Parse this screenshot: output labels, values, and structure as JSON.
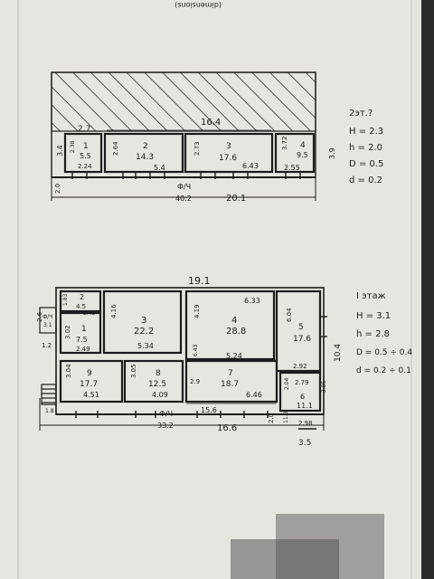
{
  "header_fragment": "(dimensions)",
  "upper_floor": {
    "level_label": "2эт.?",
    "specs": [
      "H = 2.3",
      "h = 2.0",
      "D = 0.5",
      "d = 0.2"
    ],
    "rooms": [
      {
        "num": "1",
        "area": "5.5",
        "w": "2.24",
        "side": "2.38"
      },
      {
        "num": "2",
        "area": "14.3",
        "w": "5.4",
        "side": "2.64"
      },
      {
        "num": "3",
        "area": "17.6",
        "w": "6.43",
        "side": "2.73"
      },
      {
        "num": "4",
        "area": "9.5",
        "w": "2.55",
        "side": "3.72"
      }
    ],
    "dims": {
      "top_total": "16.4",
      "top_left": "2.7",
      "left_h": "3.4",
      "left_lower": "2.0",
      "right_h": "3.9",
      "bottom_right": "20.1"
    },
    "fundament": {
      "code": "Ф/Ч",
      "value": "40.2"
    }
  },
  "lower_floor": {
    "level_label": "I этаж",
    "specs": [
      "H = 3.1",
      "h = 2.8",
      "D = 0.5 ÷ 0.4",
      "d = 0.2 ÷ 0.1"
    ],
    "rooms": [
      {
        "num": "2",
        "area": "4.5",
        "extra": [
          "1.83",
          "2.45"
        ]
      },
      {
        "num": "1",
        "area": "7.5",
        "extra": [
          "3.02",
          "2.49"
        ]
      },
      {
        "num": "3",
        "area": "22.2",
        "extra": [
          "4.16",
          "5.34"
        ]
      },
      {
        "num": "4",
        "area": "28.8",
        "extra": [
          "6.33",
          "4.19",
          "6.43",
          "5.24"
        ]
      },
      {
        "num": "5",
        "area": "17.6",
        "extra": [
          "6.04",
          "2.92"
        ]
      },
      {
        "num": "6",
        "area": "11.1",
        "extra": [
          "2.04",
          "2.79",
          "3.85",
          "2.98"
        ]
      },
      {
        "num": "7",
        "area": "18.7",
        "extra": [
          "2.9",
          "6.46"
        ]
      },
      {
        "num": "8",
        "area": "12.5",
        "extra": [
          "3.05",
          "4.09"
        ]
      },
      {
        "num": "9",
        "area": "17.7",
        "extra": [
          "3.04",
          "4.51"
        ]
      }
    ],
    "dims": {
      "top_total": "19.1",
      "right_h": "10.4",
      "bottom_total": "16.6",
      "mid_a": "15.6",
      "left_a": "2.6",
      "left_b": "1.2",
      "left_c": "1.8",
      "bottom_c": "2.0",
      "bottom_d": "11.8",
      "bottom_e": "3.5"
    },
    "fundament": {
      "code": "Ф/Ч",
      "value": "33.2"
    },
    "porch": {
      "code": "Ф/Ч",
      "value": "3.1"
    }
  }
}
